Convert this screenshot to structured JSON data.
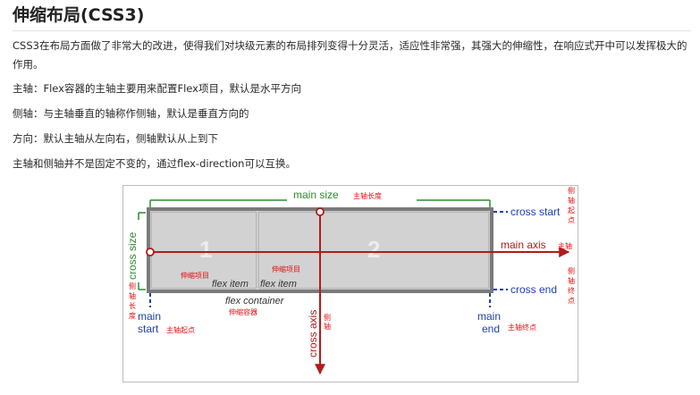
{
  "article": {
    "title": "伸缩布局(CSS3)",
    "paragraphs": [
      "CSS3在布局方面做了非常大的改进，使得我们对块级元素的布局排列变得十分灵活，适应性非常强，其强大的伸缩性，在响应式开中可以发挥极大的作用。",
      "主轴：Flex容器的主轴主要用来配置Flex项目，默认是水平方向",
      "侧轴：与主轴垂直的轴称作侧轴，默认是垂直方向的",
      "方向：默认主轴从左向右，侧轴默认从上到下",
      "主轴和侧轴并不是固定不变的，通过flex-direction可以互换。"
    ]
  },
  "diagram": {
    "main_size": "main size",
    "main_size_cn": "主轴长度",
    "cross_size": "cross size",
    "cross_size_cn": "侧轴长度",
    "item1": "1",
    "item2": "2",
    "flex_item": "flex item",
    "flex_item_cn": "伸缩项目",
    "flex_container": "flex container",
    "flex_container_cn": "伸缩容器",
    "cross_start": "cross start",
    "cross_start_cn": "侧轴起点",
    "cross_end": "cross end",
    "cross_end_cn": "侧轴终点",
    "main_axis": "main axis",
    "main_axis_cn": "主轴",
    "main_start_1": "main",
    "main_start_2": "start",
    "main_start_cn": "主轴起点",
    "main_end_1": "main",
    "main_end_2": "end",
    "main_end_cn": "主轴终点",
    "cross_axis": "cross axis",
    "cross_axis_cn": "侧轴",
    "colors": {
      "green": "#2e8b2e",
      "blue": "#1f3fae",
      "red": "#b01c1c",
      "annotation": "#e01010",
      "item_fill": "#d2d2d2",
      "item_stroke": "#7a7a7a"
    }
  }
}
